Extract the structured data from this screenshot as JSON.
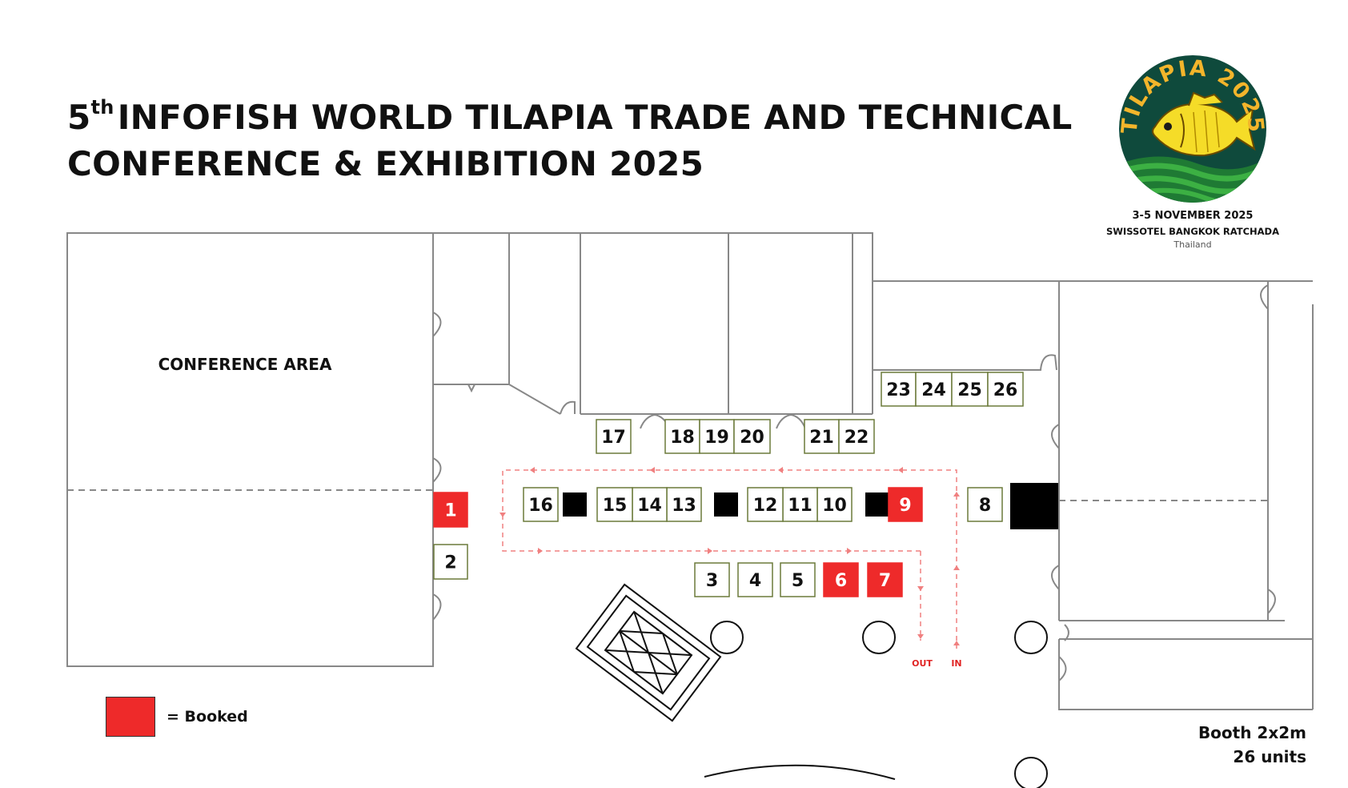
{
  "header": {
    "title_ordinal": "5",
    "title_ordinal_suffix": "th",
    "title_line1": "INFOFISH WORLD TILAPIA TRADE AND TECHNICAL",
    "title_line2": "CONFERENCE & EXHIBITION 2025"
  },
  "logo": {
    "text": "TILAPIA 2025",
    "colors": {
      "bg": "#0f4a3c",
      "ring": "#1a5c4a",
      "text": "#f3b52b",
      "fish": "#f5dc28",
      "waves": "#2f9a3c"
    }
  },
  "event": {
    "date": "3-5 NOVEMBER 2025",
    "venue": "SWISSOTEL BANGKOK RATCHADA",
    "country": "Thailand"
  },
  "floorplan": {
    "conference_area": "CONFERENCE AREA",
    "flow_out": "OUT",
    "flow_in": "IN",
    "colors": {
      "booked": "#ee2a2a",
      "available_border": "#6b7a3a",
      "wall": "#888888",
      "flow": "#f08080"
    },
    "booths": [
      {
        "id": "1",
        "booked": true
      },
      {
        "id": "2",
        "booked": false
      },
      {
        "id": "3",
        "booked": false
      },
      {
        "id": "4",
        "booked": false
      },
      {
        "id": "5",
        "booked": false
      },
      {
        "id": "6",
        "booked": true
      },
      {
        "id": "7",
        "booked": true
      },
      {
        "id": "8",
        "booked": false
      },
      {
        "id": "9",
        "booked": true
      },
      {
        "id": "10",
        "booked": false
      },
      {
        "id": "11",
        "booked": false
      },
      {
        "id": "12",
        "booked": false
      },
      {
        "id": "13",
        "booked": false
      },
      {
        "id": "14",
        "booked": false
      },
      {
        "id": "15",
        "booked": false
      },
      {
        "id": "16",
        "booked": false
      },
      {
        "id": "17",
        "booked": false
      },
      {
        "id": "18",
        "booked": false
      },
      {
        "id": "19",
        "booked": false
      },
      {
        "id": "20",
        "booked": false
      },
      {
        "id": "21",
        "booked": false
      },
      {
        "id": "22",
        "booked": false
      },
      {
        "id": "23",
        "booked": false
      },
      {
        "id": "24",
        "booked": false
      },
      {
        "id": "25",
        "booked": false
      },
      {
        "id": "26",
        "booked": false
      }
    ]
  },
  "legend": {
    "booked_label": "= Booked"
  },
  "booth_info": {
    "size": "Booth 2x2m",
    "units": "26 units"
  }
}
